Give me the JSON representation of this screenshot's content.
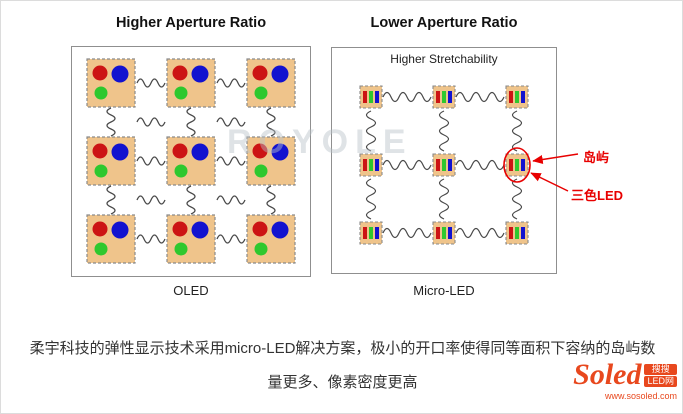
{
  "watermark": "ROYOLE",
  "left_panel": {
    "title": "Higher Aperture Ratio",
    "label": "OLED"
  },
  "right_panel": {
    "title": "Lower Aperture Ratio",
    "subtitle": "Higher Stretchability",
    "label": "Micro-LED"
  },
  "annotations": {
    "island_label": "岛屿",
    "led_label": "三色LED"
  },
  "caption": {
    "line1": "柔宇科技的弹性显示技术采用micro-LED解决方案，极小的开口率使得同等面积下容纳的岛屿数",
    "line2": "量更多、像素密度更高"
  },
  "logo": {
    "brand": "Soled",
    "tag_top": "搜搜",
    "tag_bottom": "LED网",
    "url": "www.sosoled.com"
  },
  "colors": {
    "island_fill": "#efc48b",
    "led_red": "#cc1414",
    "led_green": "#2ec82e",
    "led_blue": "#1212cf",
    "annotation_red": "#e80000",
    "logo_red": "#e8481e"
  }
}
